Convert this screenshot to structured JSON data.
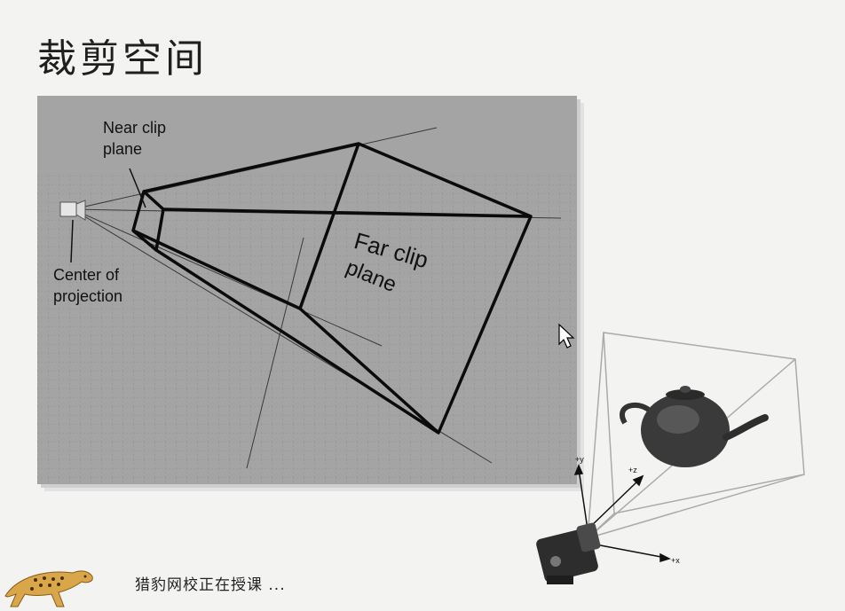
{
  "slide": {
    "title": "裁剪空间"
  },
  "frustum_figure": {
    "near_clip_label_line1": "Near clip",
    "near_clip_label_line2": "plane",
    "center_label_line1": "Center of",
    "center_label_line2": "projection",
    "far_clip_label_line1": "Far clip",
    "far_clip_label_line2": "plane"
  },
  "camera_figure": {
    "axis_y": "+y",
    "axis_z": "+z",
    "axis_x": "+x"
  },
  "status": {
    "text": "猎豹网校正在授课 ..."
  },
  "icons": {
    "mascot": "cheetah-mascot-icon",
    "cursor": "mouse-cursor-icon",
    "camera": "video-camera-icon",
    "teapot": "teapot-model"
  }
}
